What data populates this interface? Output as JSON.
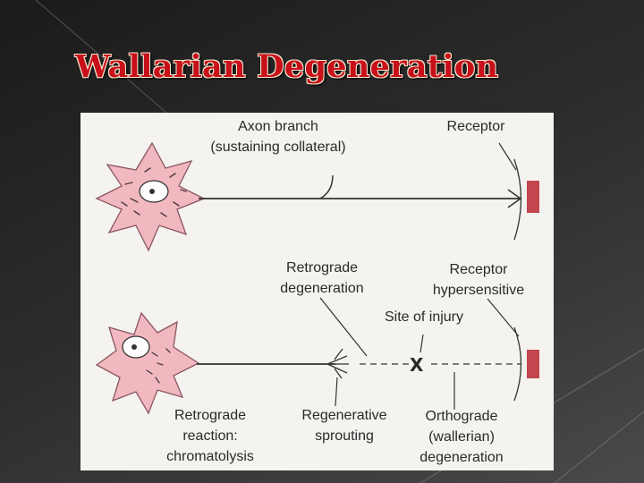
{
  "slide": {
    "title": "Wallarian Degeneration"
  },
  "diagram": {
    "top": {
      "axon_branch_label": "Axon branch",
      "axon_branch_sub": "(sustaining collateral)",
      "receptor_label": "Receptor"
    },
    "bottom": {
      "retrograde_degeneration_1": "Retrograde",
      "retrograde_degeneration_2": "degeneration",
      "receptor_hyper_1": "Receptor",
      "receptor_hyper_2": "hypersensitive",
      "site_of_injury": "Site of injury",
      "injury_mark": "X",
      "retrograde_reaction_1": "Retrograde",
      "retrograde_reaction_2": "reaction:",
      "retrograde_reaction_3": "chromatolysis",
      "regenerative_1": "Regenerative",
      "regenerative_2": "sprouting",
      "orthograde_1": "Orthograde",
      "orthograde_2": "(wallerian)",
      "orthograde_3": "degeneration"
    },
    "colors": {
      "cell_body": "#f2b8c0",
      "cell_outline": "#8a5560",
      "receptor_block": "#c2454f",
      "line": "#333333"
    }
  }
}
